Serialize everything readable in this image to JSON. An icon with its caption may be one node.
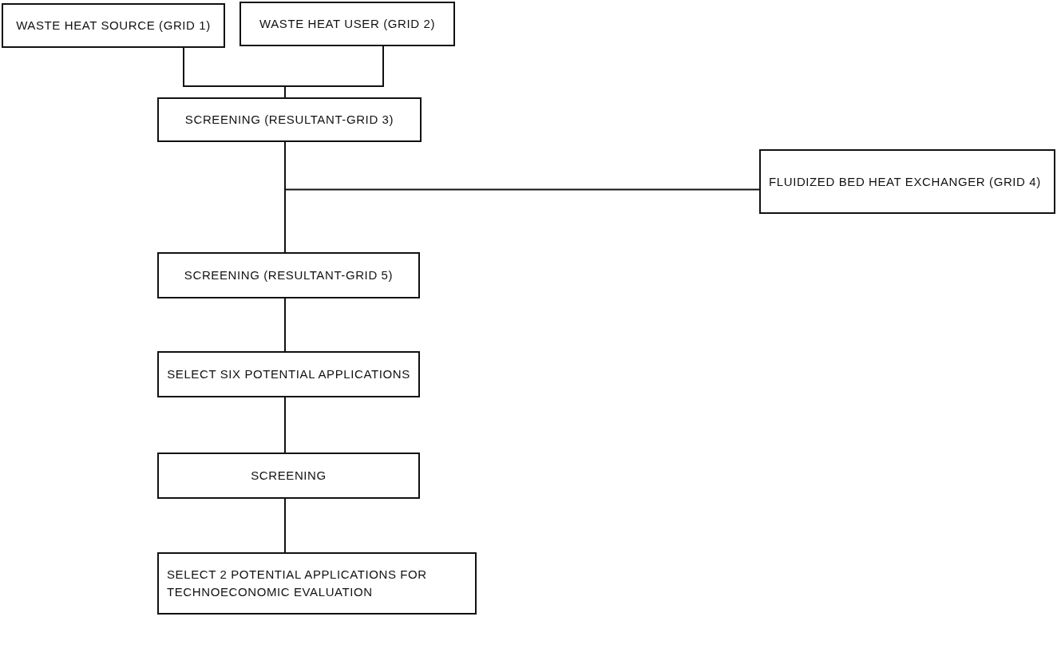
{
  "diagram": {
    "nodes": [
      {
        "text": [
          "WASTE HEAT SOURCE (GRID 1)"
        ]
      },
      {
        "text": [
          "WASTE HEAT USER (GRID 2)"
        ]
      },
      {
        "text": [
          "SCREENING (RESULTANT-GRID 3)"
        ]
      },
      {
        "text": [
          "FLUIDIZED BED HEAT EXCHANGER (GRID 4)"
        ]
      },
      {
        "text": [
          "SCREENING (RESULTANT-GRID 5)"
        ]
      },
      {
        "text": [
          "SELECT SIX POTENTIAL APPLICATIONS"
        ]
      },
      {
        "text": [
          "SCREENING"
        ]
      },
      {
        "text": [
          "SELECT 2 POTENTIAL APPLICATIONS FOR TECHNOECONOMIC EVALUATION"
        ]
      }
    ],
    "edges": [
      {
        "from": 0,
        "to": 2,
        "arrow": "none"
      },
      {
        "from": 1,
        "to": 2,
        "arrow": "none"
      },
      {
        "from": 2,
        "to": 4,
        "arrow": "none"
      },
      {
        "from": 3,
        "to": 4,
        "arrow": "none"
      },
      {
        "from": 4,
        "to": 5,
        "arrow": "none"
      },
      {
        "from": 5,
        "to": 6,
        "arrow": "none"
      },
      {
        "from": 6,
        "to": 7,
        "arrow": "none"
      }
    ]
  }
}
